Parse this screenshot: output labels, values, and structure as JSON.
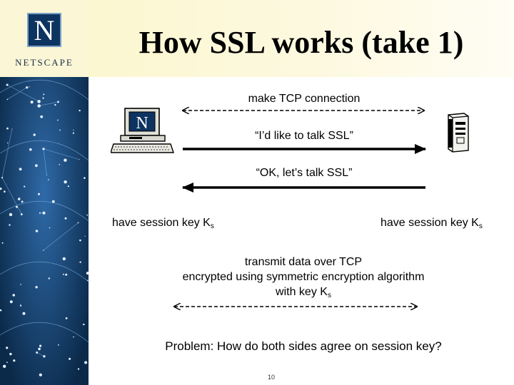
{
  "brand": {
    "logo_letter": "N",
    "wordmark": "NETSCAPE"
  },
  "title": "How SSL works (take 1)",
  "messages": {
    "tcp": "make TCP connection",
    "hello": "“I’d like to talk SSL”",
    "ok": "“OK, let’s talk SSL”"
  },
  "session_key": {
    "prefix": "have session key K",
    "sub": "s"
  },
  "transmit": {
    "line1": "transmit data over TCP",
    "line2": "encrypted using symmetric encryption algorithm",
    "line3_prefix": "with key K",
    "line3_sub": "s"
  },
  "problem": "Problem: How do both sides agree on session key?",
  "page_number": "10",
  "colors": {
    "sidebar": "#0b2a4a",
    "title_band": "#fbf7d0",
    "logo_blue": "#0d3360"
  },
  "icons": [
    "netscape-logo-icon",
    "computer-icon",
    "server-icon",
    "starfield-background-icon"
  ]
}
